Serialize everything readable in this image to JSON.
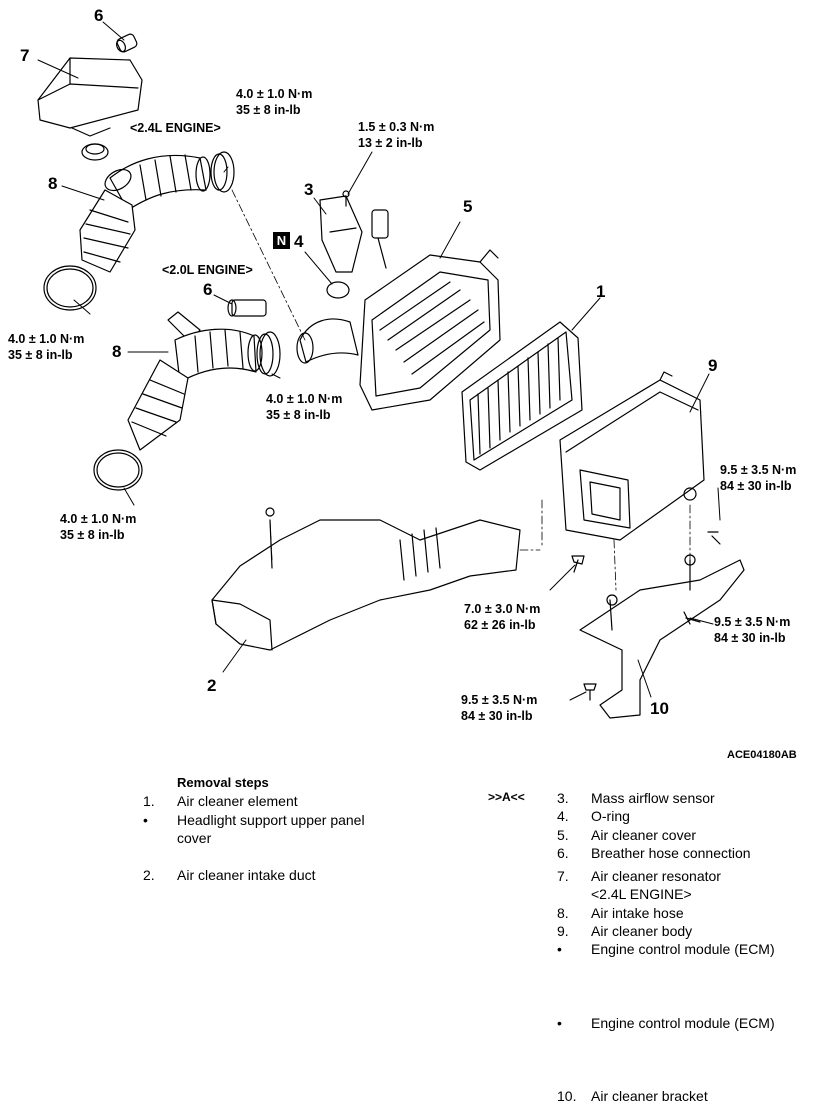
{
  "callouts": {
    "c6_top": "6",
    "c7": "7",
    "c8_top": "8",
    "c3": "3",
    "c5": "5",
    "c4": "4",
    "c1": "1",
    "c6_mid": "6",
    "c8_mid": "8",
    "c9": "9",
    "c2": "2",
    "c10": "10"
  },
  "n_badge": "N",
  "engine_labels": {
    "l24": "<2.4L ENGINE>",
    "l20": "<2.0L ENGINE>"
  },
  "torques": {
    "t1": [
      "4.0 ± 1.0 N·m",
      "35 ± 8 in-lb"
    ],
    "t2": [
      "1.5 ± 0.3 N·m",
      "13 ± 2 in-lb"
    ],
    "t3": [
      "4.0 ± 1.0 N·m",
      "35 ± 8 in-lb"
    ],
    "t4": [
      "4.0 ± 1.0 N·m",
      "35 ± 8 in-lb"
    ],
    "t5": [
      "4.0 ± 1.0 N·m",
      "35 ± 8 in-lb"
    ],
    "t6": [
      "9.5 ± 3.5 N·m",
      "84 ± 30 in-lb"
    ],
    "t7": [
      "7.0 ± 3.0 N·m",
      "62 ± 26 in-lb"
    ],
    "t8": [
      "9.5 ± 3.5 N·m",
      "84 ± 30 in-lb"
    ],
    "t9": [
      "9.5 ± 3.5 N·m",
      "84 ± 30 in-lb"
    ]
  },
  "figure_code": "ACE04180AB",
  "removal": {
    "title": "Removal steps",
    "ref_mark": ">>A<<",
    "left": [
      {
        "marker": "1.",
        "text": "Air cleaner element"
      },
      {
        "marker": "•",
        "text": "Headlight support upper panel",
        "text2": "cover"
      },
      {
        "marker": "2.",
        "text": "Air cleaner intake duct"
      }
    ],
    "right": [
      {
        "marker": "3.",
        "text": "Mass airflow sensor"
      },
      {
        "marker": "4.",
        "text": "O-ring"
      },
      {
        "marker": "5.",
        "text": "Air cleaner cover"
      },
      {
        "marker": "6.",
        "text": "Breather hose connection"
      },
      {
        "marker": "7.",
        "text": "Air cleaner resonator",
        "text2": "<2.4L ENGINE>"
      },
      {
        "marker": "8.",
        "text": "Air intake hose"
      },
      {
        "marker": "9.",
        "text": "Air cleaner body"
      },
      {
        "marker": "•",
        "text": "Engine control module (ECM)"
      },
      {
        "marker": "•",
        "text": "Engine control module (ECM)"
      },
      {
        "marker": "10.",
        "text": "Air cleaner bracket"
      }
    ]
  }
}
